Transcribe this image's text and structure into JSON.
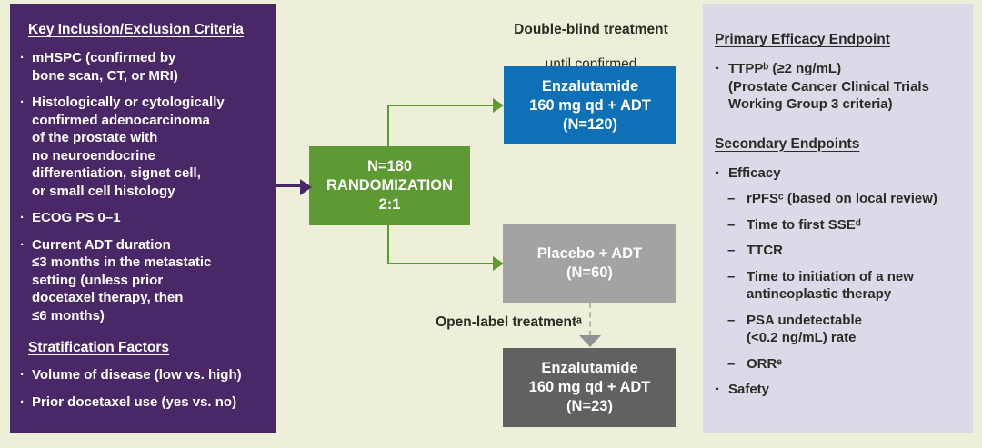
{
  "markers": {
    "bullet": "·",
    "dash": "–"
  },
  "colors": {
    "background": "#edefd9",
    "left_panel_bg": "#4a2868",
    "right_panel_bg": "#ded9e9",
    "randomization_green": "#5e9a33",
    "enzalutamide_blue": "#0e71b8",
    "placebo_gray": "#a3a3a3",
    "open_label_gray": "#616161",
    "arrow_purple": "#4a2868",
    "arrow_green": "#5e9a33",
    "arrow_dashed_gray": "#8e9290",
    "text_dark": "#2b2b24",
    "text_light": "#ffffff"
  },
  "left_panel": {
    "heading": "Key Inclusion/Exclusion Criteria",
    "bullets": [
      "mHSPC (confirmed by\nbone scan, CT, or MRI)",
      "Histologically or cytologically\nconfirmed adenocarcinoma\nof the prostate with\nno neuroendocrine\ndifferentiation, signet cell,\nor small cell histology",
      "ECOG PS 0–1",
      "Current ADT duration\n≤3 months in the metastatic\nsetting (unless prior\ndocetaxel therapy, then\n≤6 months)"
    ],
    "heading2": "Stratification Factors",
    "bullets2": [
      "Volume of disease (low vs. high)",
      "Prior docetaxel use (yes vs. no)"
    ]
  },
  "flow": {
    "note_bold": "Double-blind treatment",
    "note_rest": "until confirmed\nradiographic progression",
    "randomization_box": "N=180\nRANDOMIZATION\n2:1",
    "enzalutamide_box": "Enzalutamide\n160 mg qd + ADT\n(N=120)",
    "placebo_box": "Placebo + ADT\n(N=60)",
    "open_label_note": "Open-label treatmentᵃ",
    "open_label_box": "Enzalutamide\n160 mg qd + ADT\n(N=23)"
  },
  "right_panel": {
    "heading_primary": "Primary Efficacy Endpoint",
    "primary_bullet": "TTPPᵇ (≥2 ng/mL)\n(Prostate Cancer Clinical Trials\nWorking Group 3 criteria)",
    "heading_secondary": "Secondary Endpoints",
    "efficacy_label": "Efficacy",
    "efficacy_items": [
      "rPFSᶜ (based on local review)",
      "Time to first SSEᵈ",
      "TTCR",
      "Time to initiation of a new\nantineoplastic therapy",
      "PSA undetectable\n(<0.2 ng/mL) rate",
      "ORRᵉ"
    ],
    "safety_label": "Safety"
  }
}
